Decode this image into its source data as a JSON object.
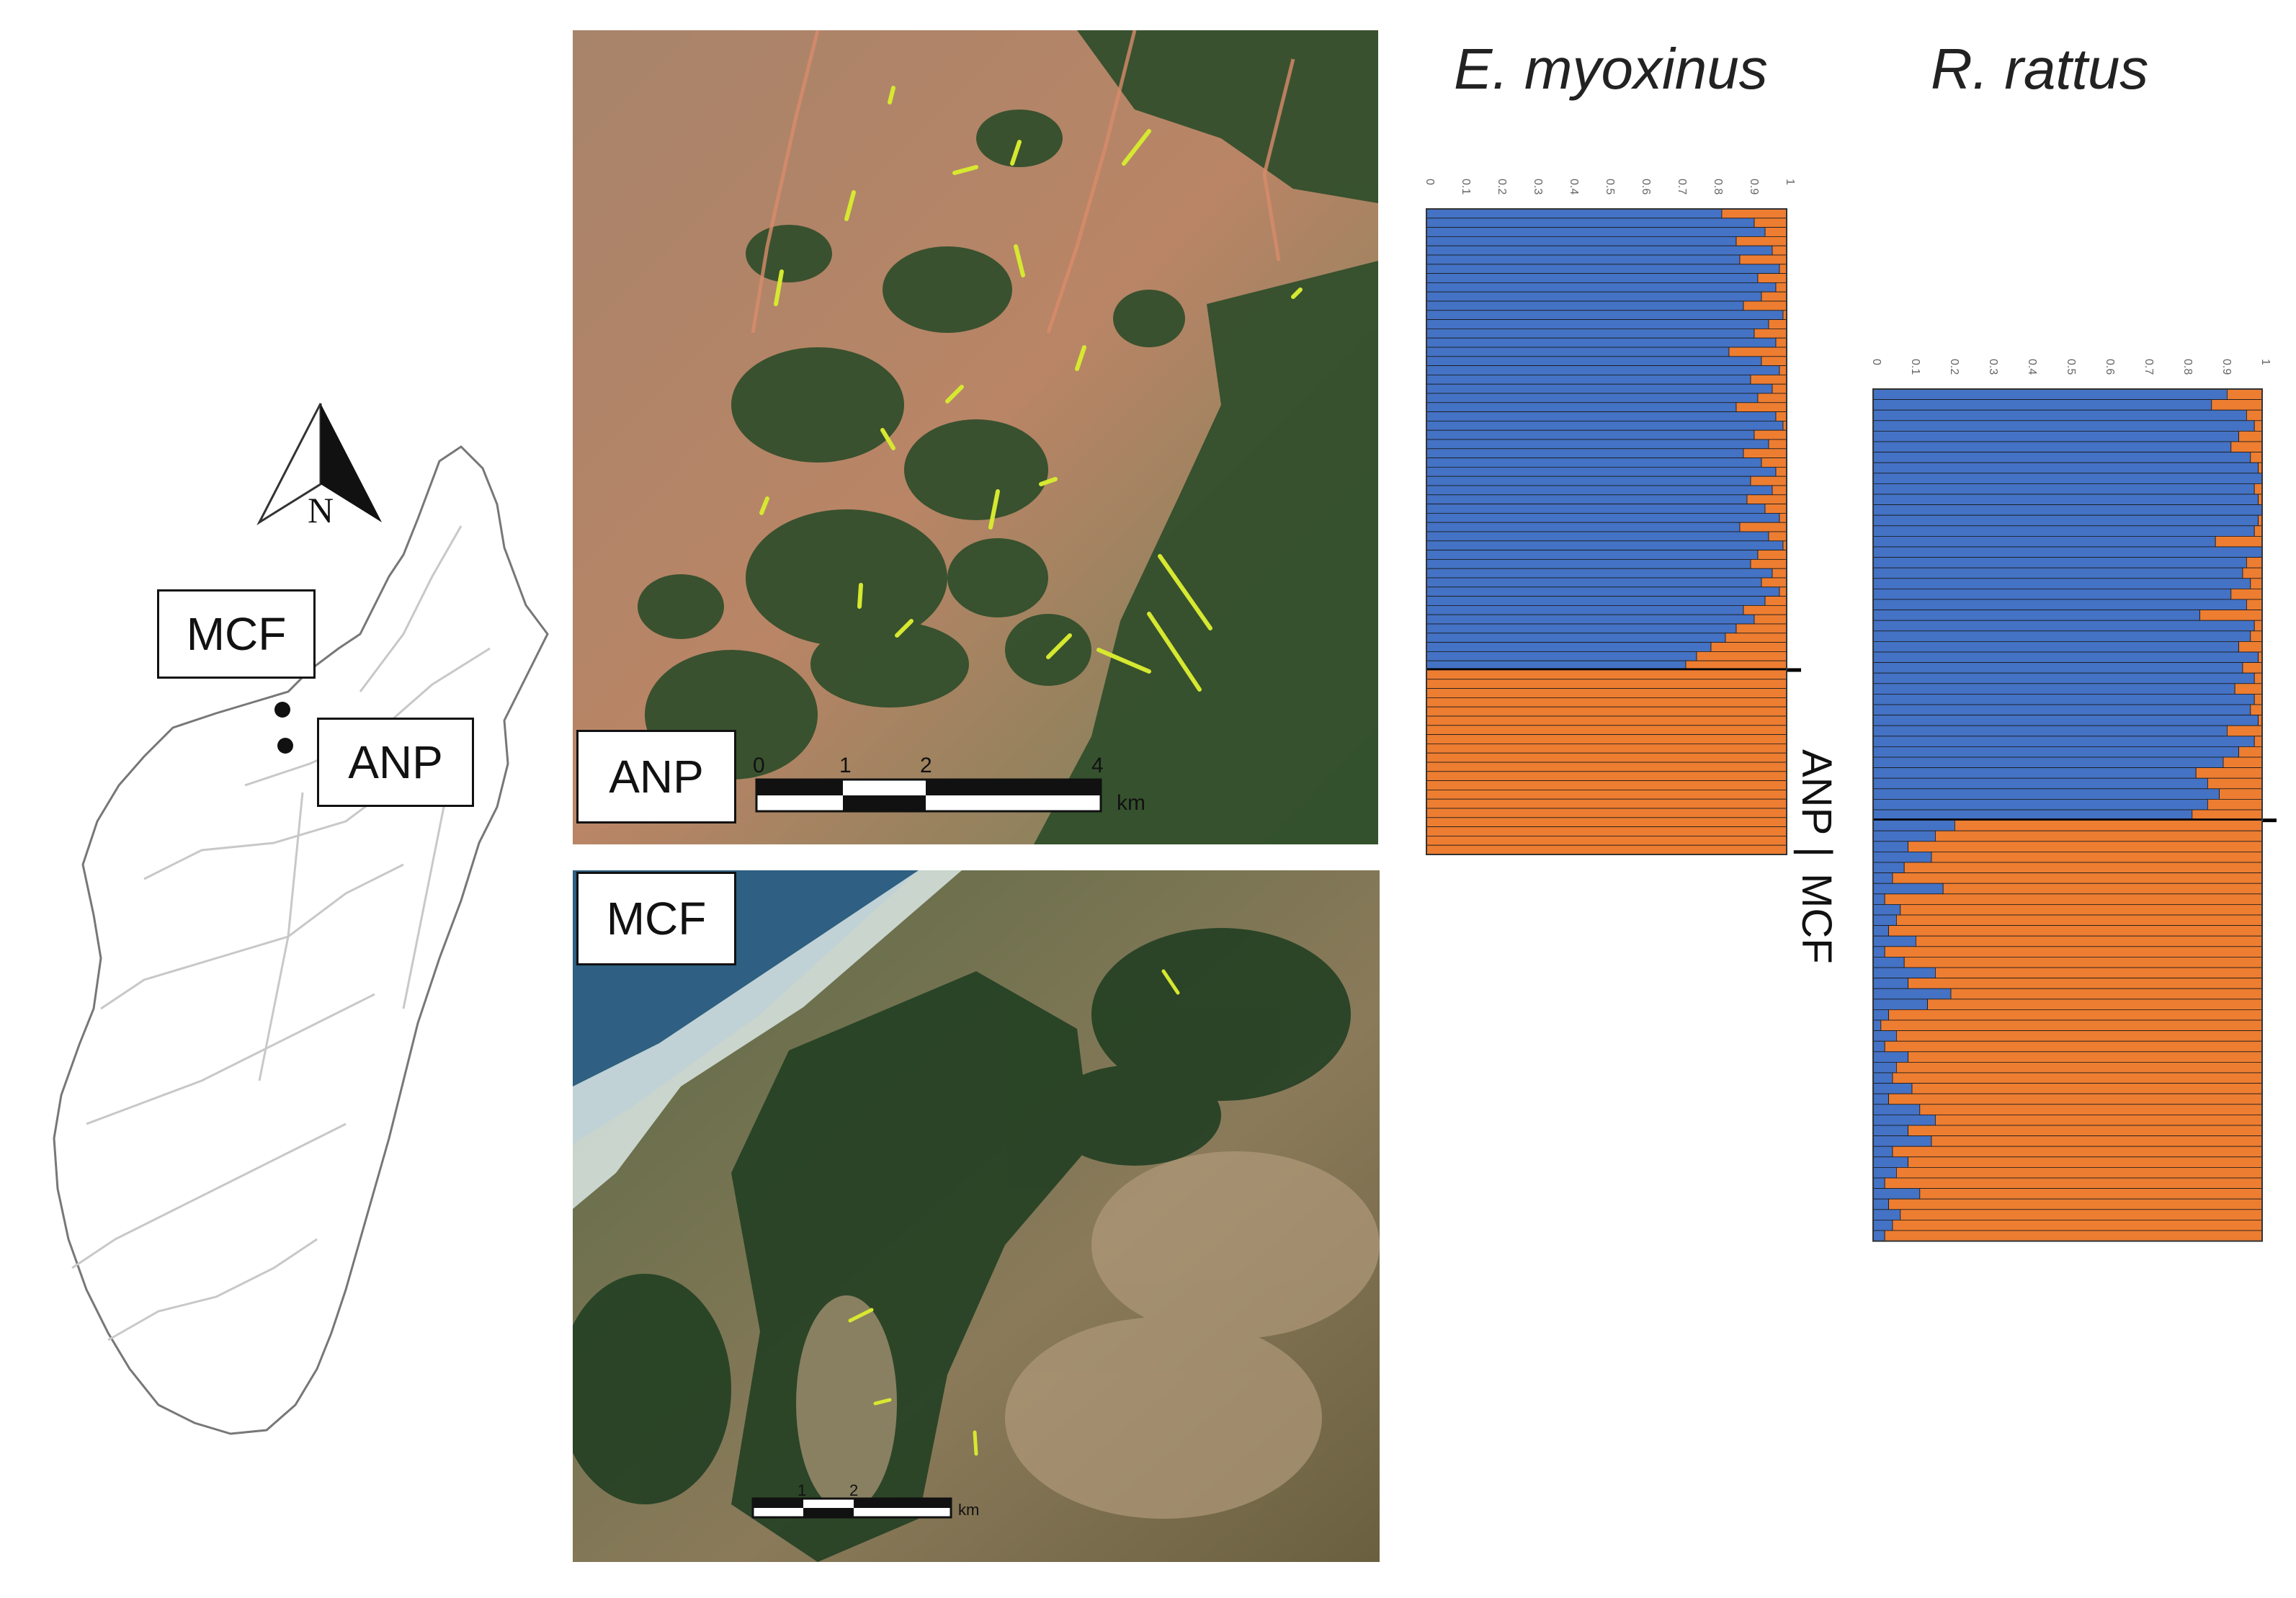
{
  "map": {
    "north_label": "N",
    "site_labels": [
      "MCF",
      "ANP"
    ]
  },
  "satellite": {
    "top": {
      "label": "ANP",
      "scale_ticks": [
        "0",
        "1",
        "2",
        "4"
      ],
      "scale_unit": "km"
    },
    "bottom": {
      "label": "MCF",
      "scale_ticks": [
        "1",
        "2"
      ],
      "scale_unit": "km"
    }
  },
  "colors": {
    "cluster1": "#4472C4",
    "cluster2": "#ED7D31",
    "bar_border": "#1a1a1a"
  },
  "chart_data": [
    {
      "type": "bar",
      "orientation": "horizontal-stacked",
      "title": "E. myoxinus",
      "x_ticks": [
        "0",
        "0.1",
        "0.2",
        "0.3",
        "0.4",
        "0.5",
        "0.6",
        "0.7",
        "0.8",
        "0.9",
        "1"
      ],
      "xlim": [
        0,
        1
      ],
      "group_labels": [
        "ANP",
        "|",
        "MCF"
      ],
      "groups": [
        {
          "name": "ANP",
          "cluster1": [
            0.82,
            0.91,
            0.94,
            0.86,
            0.96,
            0.87,
            0.98,
            0.92,
            0.97,
            0.93,
            0.88,
            0.99,
            0.95,
            0.91,
            0.97,
            0.84,
            0.93,
            0.98,
            0.9,
            0.96,
            0.92,
            0.86,
            0.97,
            0.99,
            0.91,
            0.95,
            0.88,
            0.93,
            0.97,
            0.9,
            0.96,
            0.89,
            0.94,
            0.98,
            0.87,
            0.95,
            0.99,
            0.92,
            0.9,
            0.96,
            0.93,
            0.98,
            0.94,
            0.88,
            0.91,
            0.86,
            0.83,
            0.79,
            0.75,
            0.72
          ]
        },
        {
          "name": "MCF",
          "cluster1": [
            0,
            0,
            0,
            0,
            0,
            0,
            0,
            0,
            0,
            0,
            0,
            0,
            0,
            0,
            0,
            0,
            0,
            0,
            0,
            0
          ]
        }
      ]
    },
    {
      "type": "bar",
      "orientation": "horizontal-stacked",
      "title": "R. rattus",
      "x_ticks": [
        "0",
        "0.1",
        "0.2",
        "0.3",
        "0.4",
        "0.5",
        "0.6",
        "0.7",
        "0.8",
        "0.9",
        "1"
      ],
      "xlim": [
        0,
        1
      ],
      "groups": [
        {
          "name": "ANP",
          "cluster1": [
            0.91,
            0.87,
            0.96,
            0.98,
            0.94,
            0.92,
            0.97,
            0.99,
            1.0,
            0.98,
            0.99,
            1.0,
            0.99,
            0.98,
            0.88,
            1.0,
            0.96,
            0.95,
            0.97,
            0.92,
            0.96,
            0.84,
            0.98,
            0.97,
            0.94,
            0.99,
            0.95,
            0.98,
            0.93,
            0.98,
            0.97,
            0.99,
            0.91,
            0.98,
            0.94,
            0.9,
            0.83,
            0.86,
            0.89,
            0.86,
            0.82
          ]
        },
        {
          "name": "MCF",
          "cluster1": [
            0.21,
            0.16,
            0.09,
            0.15,
            0.08,
            0.05,
            0.18,
            0.03,
            0.07,
            0.06,
            0.04,
            0.11,
            0.03,
            0.08,
            0.16,
            0.09,
            0.2,
            0.14,
            0.04,
            0.02,
            0.06,
            0.03,
            0.09,
            0.06,
            0.05,
            0.1,
            0.04,
            0.12,
            0.16,
            0.09,
            0.15,
            0.05,
            0.09,
            0.06,
            0.03,
            0.12,
            0.04,
            0.07,
            0.05,
            0.03
          ]
        }
      ]
    }
  ]
}
